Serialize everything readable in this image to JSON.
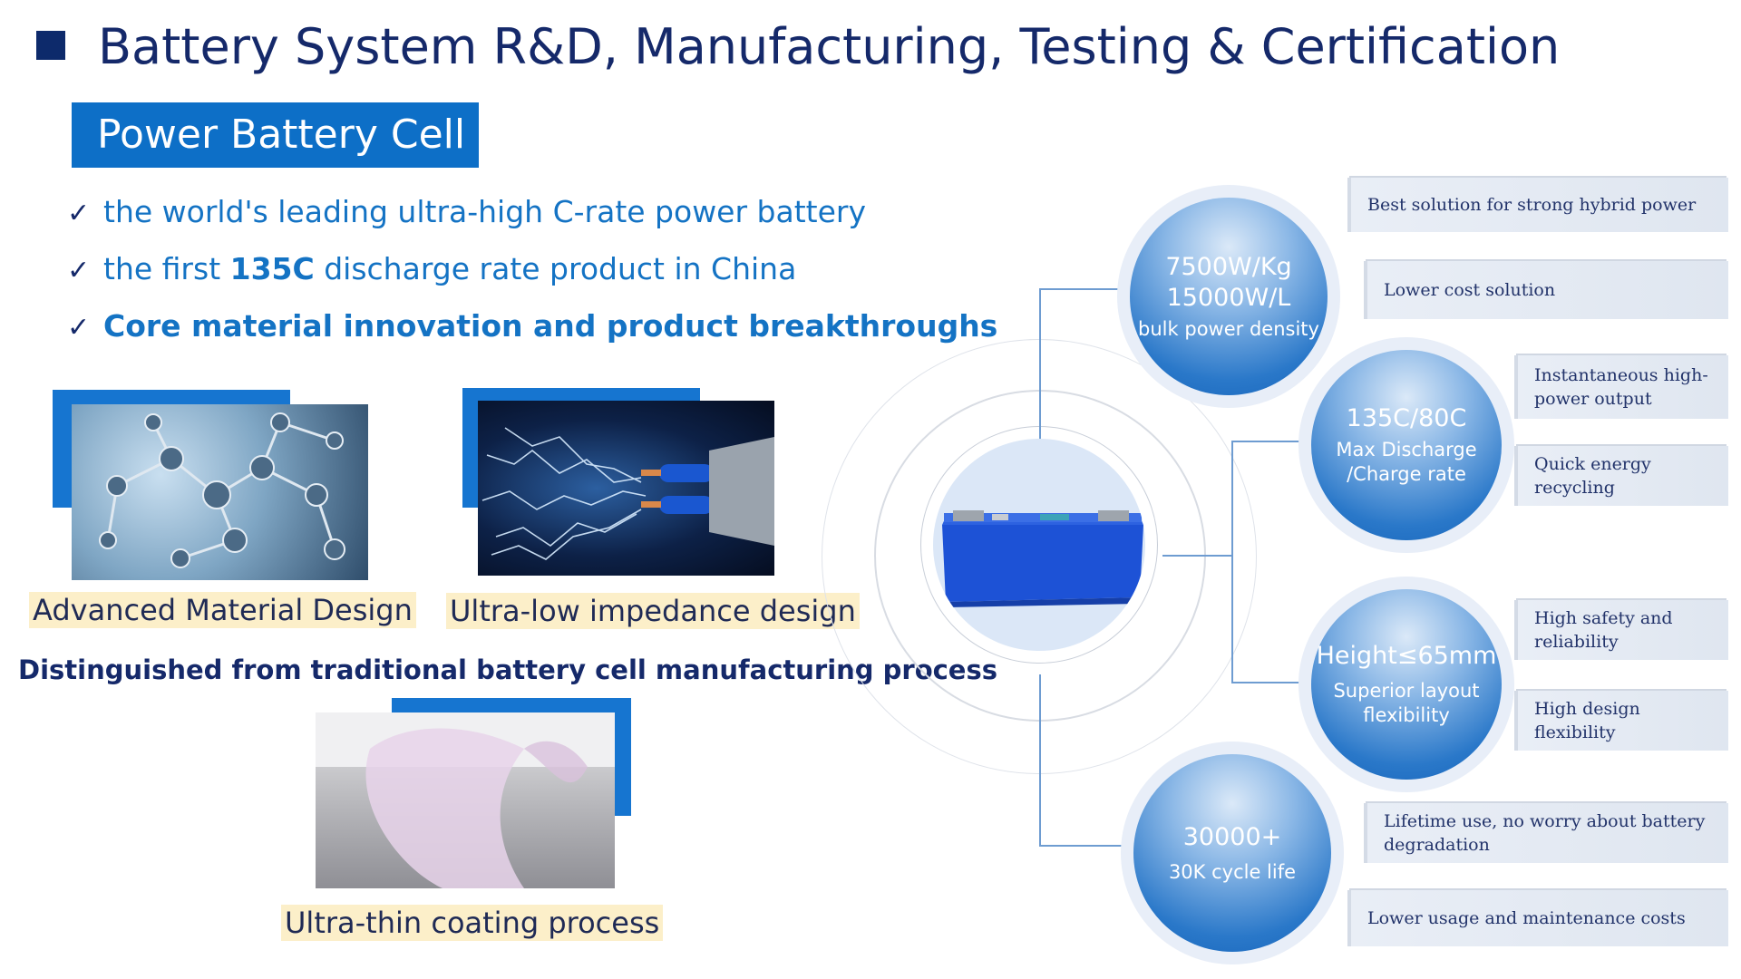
{
  "page_title": "Battery System R&D, Manufacturing, Testing & Certification",
  "section_tab": "Power Battery Cell",
  "bullets": {
    "b1": "the world's leading ultra-high C-rate power battery",
    "b2_pre": "the first ",
    "b2_bold": "135C",
    "b2_post": " discharge rate product in China",
    "b3": "Core material innovation and product breakthroughs",
    "check": "✓"
  },
  "images": {
    "material": "Advanced Material Design",
    "impedance": "Ultra-low impedance design",
    "coating": "Ultra-thin coating process"
  },
  "distinguished": "Distinguished from traditional battery cell manufacturing process",
  "bubbles": {
    "power": {
      "line1": "7500W/Kg",
      "line2": "15000W/L",
      "sub": "bulk power density"
    },
    "discharge": {
      "line1": "135C/80C",
      "sub1": "Max Discharge",
      "sub2": "/Charge rate"
    },
    "height": {
      "line1": "Height≤65mm",
      "sub1": "Superior layout",
      "sub2": "flexibility"
    },
    "cycle": {
      "line1": "30000+",
      "sub": "30K cycle life"
    }
  },
  "features": {
    "f1": "Best solution for strong hybrid power",
    "f2": "Lower cost solution",
    "f3": "Instantaneous high-power output",
    "f4": "Quick energy recycling",
    "f5": "High safety and reliability",
    "f6": "High design flexibility",
    "f7": "Lifetime use, no worry about battery degradation",
    "f8": "Lower usage and maintenance costs"
  },
  "colors": {
    "navy": "#15296a",
    "blue": "#1473c4",
    "tab_blue": "#0d6fc7",
    "caption_bg": "#fcefc9"
  }
}
